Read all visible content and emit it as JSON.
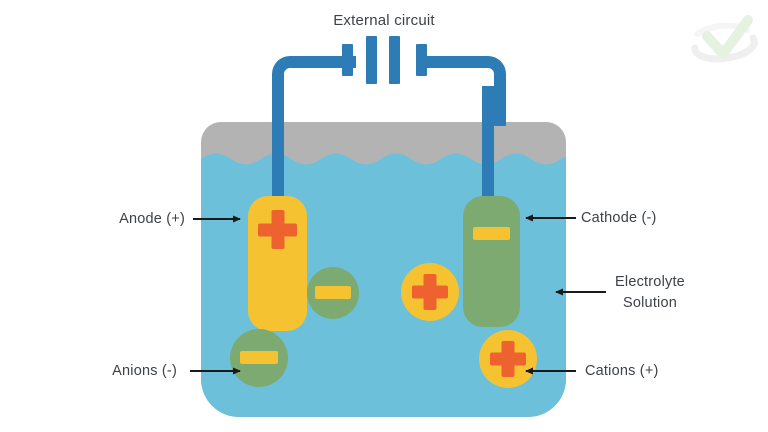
{
  "title": "External circuit",
  "labels": {
    "anode": "Anode (+)",
    "cathode": "Cathode (-)",
    "electrolyte_line1": "Electrolyte",
    "electrolyte_line2": "Solution",
    "anions": "Anions (-)",
    "cations": "Cations (+)"
  },
  "diagram": {
    "type": "electrochemical-cell",
    "battery": {
      "symbol": "four-bar battery in external circuit",
      "plates": 4
    },
    "electrodes": [
      {
        "name": "anode",
        "sign": "+",
        "color_key": "electrode_yellow",
        "symbol": "plus"
      },
      {
        "name": "cathode",
        "sign": "-",
        "color_key": "electrode_green",
        "symbol": "minus"
      }
    ],
    "ions": [
      {
        "name": "anion",
        "sign": "-",
        "shape": "green circle with yellow minus",
        "count": 2
      },
      {
        "name": "cation",
        "sign": "+",
        "shape": "yellow circle with orange plus",
        "count": 2
      }
    ]
  },
  "colors": {
    "wire_blue": "#2d7cb6",
    "water_blue": "#6cc0da",
    "container_gray": "#b3b3b4",
    "electrode_yellow": "#f5c232",
    "electrode_green": "#7caa70",
    "symbol_orange": "#ee6230",
    "symbol_yellow": "#f5c232",
    "text_color": "#3d4247",
    "arrow_color": "#1a1a1a",
    "background": "#ffffff"
  }
}
